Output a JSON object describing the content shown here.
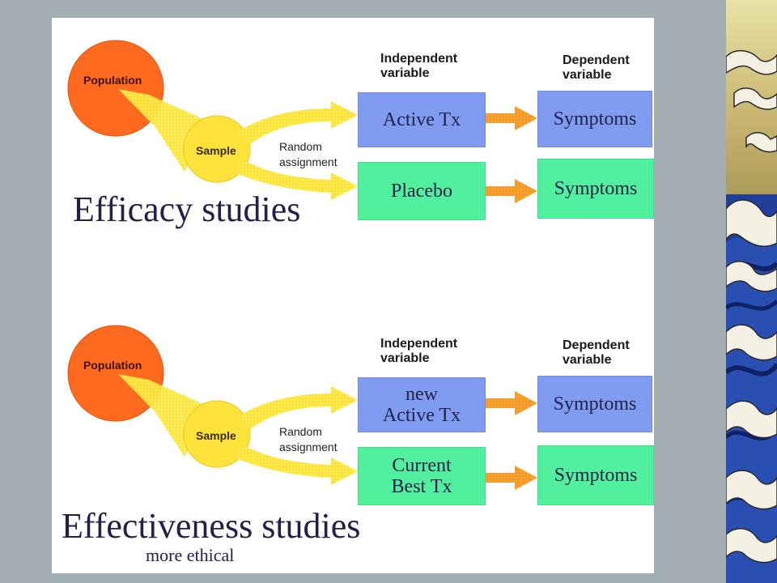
{
  "colors": {
    "background": "#a3aeb3",
    "panel": "#ffffff",
    "population": "#ff6a1e",
    "sample": "#ffe23a",
    "beam": "#ffea4a",
    "arrow_orange": "#f6a030",
    "box_blue": "#7f9cf0",
    "box_green": "#50f09e",
    "title_text": "#20204a"
  },
  "efficacy": {
    "population_label": "Population",
    "sample_label": "Sample",
    "random_label": "Random\nassignment",
    "independent_header": "Independent\nvariable",
    "dependent_header": "Dependent\nvariable",
    "top_treatment": "Active Tx",
    "bottom_treatment": "Placebo",
    "top_outcome": "Symptoms",
    "bottom_outcome": "Symptoms",
    "title": "Efficacy studies"
  },
  "effectiveness": {
    "population_label": "Population",
    "sample_label": "Sample",
    "random_label": "Random\nassignment",
    "independent_header": "Independent\nvariable",
    "dependent_header": "Dependent\nvariable",
    "top_treatment": "new\nActive Tx",
    "bottom_treatment": "Current\nBest Tx",
    "top_outcome": "Symptoms",
    "bottom_outcome": "Symptoms",
    "title": "Effectiveness studies",
    "subtitle": "more ethical"
  },
  "decoration": {
    "side_art_icon": "wave-art-icon"
  }
}
